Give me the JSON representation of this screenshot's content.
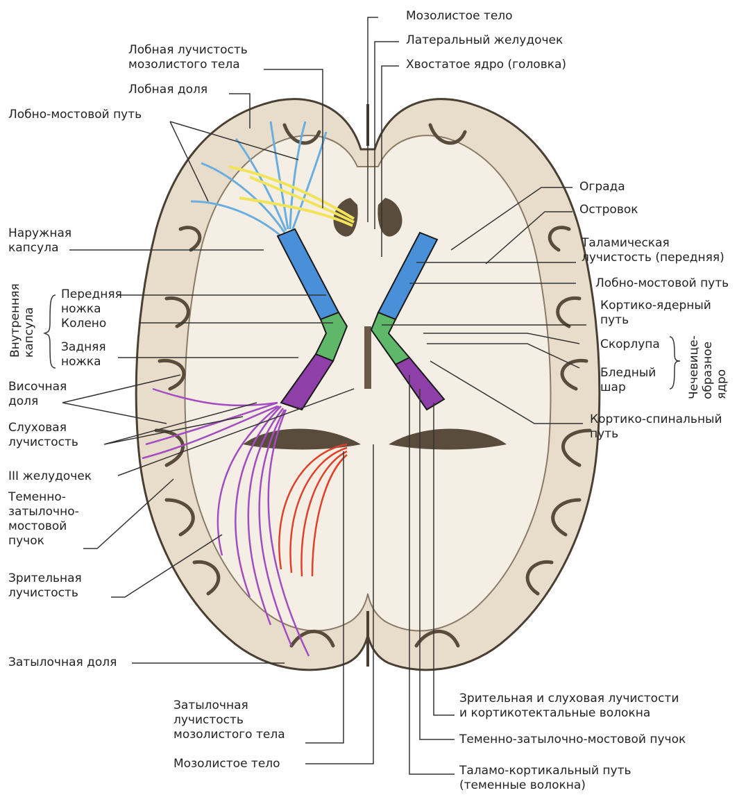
{
  "labels": {
    "corpus_callosum_top": "Мозолистое тело",
    "lateral_ventricle": "Латеральный желудочек",
    "caudate_head": "Хвостатое ядро (головка)",
    "frontal_radiation": [
      "Лобная лучистость",
      "мозолистого тела"
    ],
    "frontal_lobe": "Лобная доля",
    "frontopontine_left": "Лобно-мостовой путь",
    "claustrum": "Ограда",
    "insula": "Островок",
    "external_capsule": [
      "Наружная",
      "капсула"
    ],
    "thalamic_radiation": [
      "Таламическая",
      "лучистость (передняя)"
    ],
    "frontopontine_right": "Лобно-мостовой путь",
    "anterior_limb": [
      "Передняя",
      "ножка"
    ],
    "genu": "Колено",
    "posterior_limb": [
      "Задняя",
      "ножка"
    ],
    "internal_capsule": [
      "Внутренняя",
      "капсула"
    ],
    "corticonuclear": [
      "Кортико-ядерный",
      "путь"
    ],
    "putamen": "Скорлупа",
    "globus_pallidus": [
      "Бледный",
      "шар"
    ],
    "lentiform": [
      "Чечевице-",
      "образное",
      "ядро"
    ],
    "temporal_lobe": [
      "Височная",
      "доля"
    ],
    "auditory_radiation": [
      "Слуховая",
      "лучистость"
    ],
    "corticospinal": [
      "Кортико-спинальный",
      "путь"
    ],
    "third_ventricle": "III желудочек",
    "parietooccipitopontine_left": [
      "Теменно-",
      "затылочно-",
      "мостовой",
      "пучок"
    ],
    "optic_radiation": [
      "Зрительная",
      "лучистость"
    ],
    "occipital_lobe": "Затылочная доля",
    "occipital_radiation": [
      "Затылочная",
      "лучистость",
      "мозолистого тела"
    ],
    "corpus_callosum_bottom": "Мозолистое тело",
    "visual_auditory_fibers": [
      "Зрительная и слуховая лучистости",
      "и кортикотектальные волокна"
    ],
    "parietooccipitopontine_right": "Теменно-затылочно-мостовой пучок",
    "thalamocortical": [
      "Таламо-кортикальный путь",
      "(теменные волокна)"
    ]
  },
  "colors": {
    "brain_outline": "#4a3f33",
    "cortex": "#e8dccb",
    "white_matter": "#f4eee4",
    "sulcus": "#5a4c3c",
    "frontal_tract": "#6aaee0",
    "radiation_yellow": "#f2e45a",
    "anterior_limb_fill": "#4a90d9",
    "genu_fill": "#5fb86a",
    "posterior_limb_fill": "#8e3fa8",
    "purple_fibers": "#a24cc0",
    "red_fibers": "#e0402a",
    "leader_line": "#333333"
  }
}
